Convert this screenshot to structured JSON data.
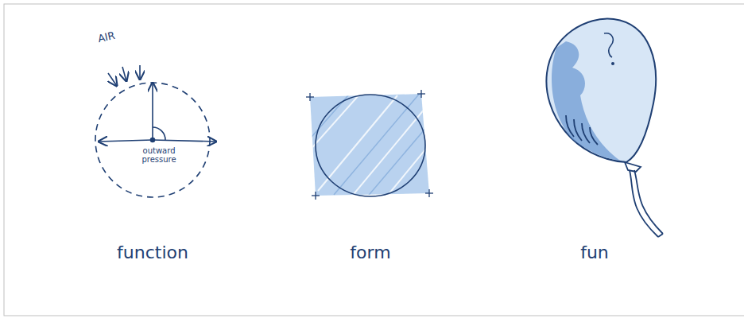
{
  "diagram": {
    "labels": [
      "AIR",
      "outward pressure",
      "function",
      "form",
      "fun"
    ]
  }
}
